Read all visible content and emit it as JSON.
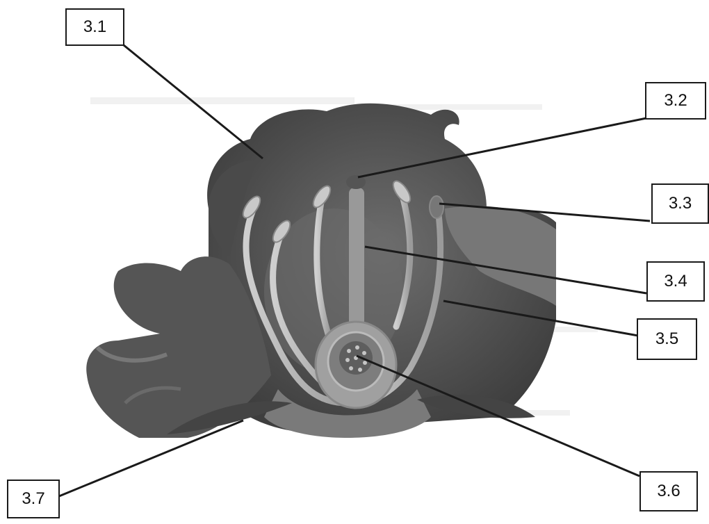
{
  "diagram": {
    "labels": [
      {
        "id": "lbl-3-1",
        "text": "3.1"
      },
      {
        "id": "lbl-3-2",
        "text": "3.2"
      },
      {
        "id": "lbl-3-3",
        "text": "3.3"
      },
      {
        "id": "lbl-3-4",
        "text": "3.4"
      },
      {
        "id": "lbl-3-5",
        "text": "3.5"
      },
      {
        "id": "lbl-3-6",
        "text": "3.6"
      },
      {
        "id": "lbl-3-7",
        "text": "3.7"
      }
    ],
    "colors": {
      "petal": "#5a5a5a",
      "petal_light": "#8c8c8c",
      "filament": "#bdbdbd",
      "leader_line": "#1a1a1a"
    }
  }
}
